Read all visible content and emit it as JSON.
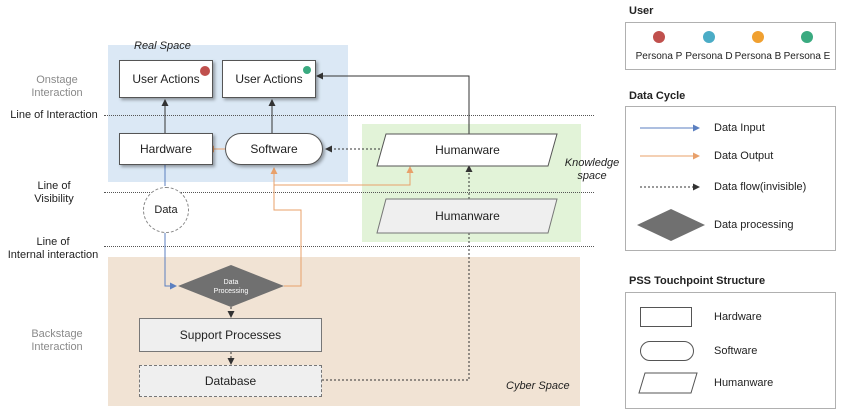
{
  "regions": {
    "real_space": "Real Space",
    "knowledge_space_line1": "Knowledge",
    "knowledge_space_line2": "space",
    "cyber_space": "Cyber Space"
  },
  "side_labels": {
    "onstage_line1": "Onstage",
    "onstage_line2": "Interaction",
    "backstage_line1": "Backstage",
    "backstage_line2": "Interaction"
  },
  "lines": {
    "interaction": "Line of Interaction",
    "visibility_line1": "Line of",
    "visibility_line2": "Visibility",
    "internal_line1": "Line of",
    "internal_line2": "Internal interaction"
  },
  "nodes": {
    "user_actions_1": "User Actions",
    "user_actions_2": "User Actions",
    "hardware": "Hardware",
    "software": "Software",
    "humanware_1": "Humanware",
    "humanware_2": "Humanware",
    "data": "Data",
    "data_processing_line1": "Data",
    "data_processing_line2": "Processing",
    "support_processes": "Support Processes",
    "database": "Database"
  },
  "legend": {
    "user": {
      "title": "User",
      "personas": [
        {
          "label": "Persona P",
          "color": "#c0504d"
        },
        {
          "label": "Persona D",
          "color": "#4bacc6"
        },
        {
          "label": "Persona B",
          "color": "#f0a030"
        },
        {
          "label": "Persona E",
          "color": "#3aaa80"
        }
      ]
    },
    "data_cycle": {
      "title": "Data Cycle",
      "items": [
        "Data Input",
        "Data Output",
        "Data flow(invisible)",
        "Data processing"
      ]
    },
    "pss": {
      "title": "PSS Touchpoint Structure",
      "items": [
        "Hardware",
        "Software",
        "Humanware"
      ]
    }
  },
  "colors": {
    "real_space_bg": "#dbe8f5",
    "knowledge_bg": "#e2f3d8",
    "cyber_bg": "#f1e3d4",
    "data_input": "#5b7fc0",
    "data_output": "#e8a06a",
    "diamond": "#707070"
  }
}
